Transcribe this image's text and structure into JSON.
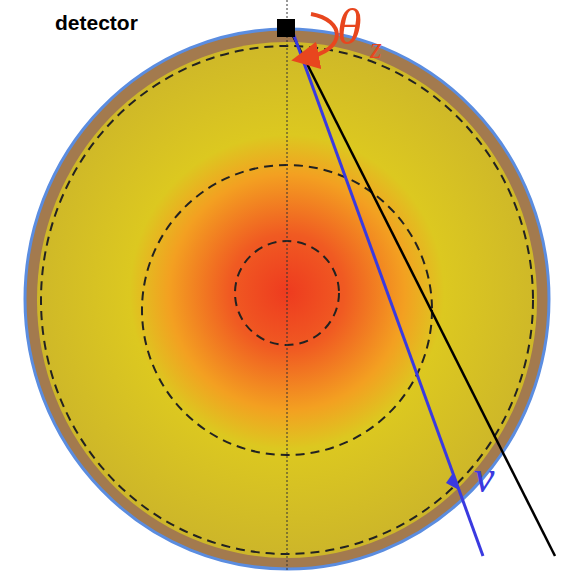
{
  "diagram": {
    "labels": [
      "detector",
      "θ",
      "z",
      "ν"
    ]
  }
}
